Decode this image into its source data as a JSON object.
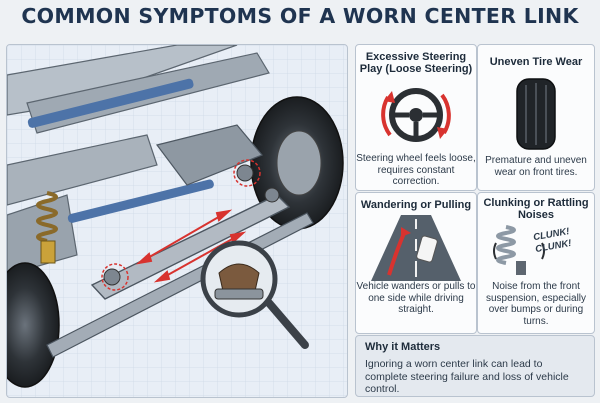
{
  "title": "COMMON SYMPTOMS OF A WORN CENTER LINK",
  "symptoms": [
    {
      "title": "Excessive Steering Play (Loose Steering)",
      "description": "Steering wheel feels loose, requires constant correction.",
      "icon": "steering-wheel-icon"
    },
    {
      "title": "Uneven Tire Wear",
      "description": "Premature and uneven wear on front tires.",
      "icon": "tire-icon"
    },
    {
      "title": "Wandering or Pulling",
      "description": "Vehicle wanders or pulls to one side while driving straight.",
      "icon": "road-car-icon"
    },
    {
      "title": "Clunking or Rattling Noises",
      "description": "Noise from the front suspension, especially over bumps or during turns.",
      "icon": "coil-spring-icon",
      "sound_text": "CLUNK! CLUNK!"
    }
  ],
  "why": {
    "title": "Why it Matters",
    "text": "Ignoring a worn center link can lead to complete steering failure and loss of vehicle control."
  },
  "colors": {
    "title": "#1f3450",
    "accent_red": "#d8332f",
    "panel_border": "#b9c3cf"
  }
}
